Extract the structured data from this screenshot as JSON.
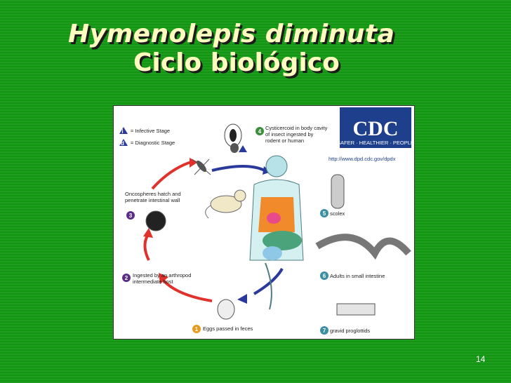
{
  "slide": {
    "title_line1": "Hymenolepis diminuta",
    "title_line2": "Ciclo biológico",
    "page_number": "14"
  },
  "diagram": {
    "legend": [
      {
        "letter": "i",
        "text": "= Infective Stage"
      },
      {
        "letter": "d",
        "text": "= Diagnostic Stage"
      }
    ],
    "cdc_logo": "CDC",
    "cdc_tagline": "SAFER · HEALTHIER · PEOPLE",
    "cdc_url": "http://www.dpd.cdc.gov/dpdx",
    "steps": [
      {
        "num": "1",
        "lines": [
          "Eggs passed in feces"
        ]
      },
      {
        "num": "2",
        "lines": [
          "Ingested by an arthropod",
          "intermediate host"
        ]
      },
      {
        "num": "3",
        "lines": [
          "Oncospheres hatch and",
          "penetrate intestinal wall"
        ]
      },
      {
        "num": "4",
        "lines": [
          "Cysticercoid in body cavity",
          "of insect ingested by",
          "rodent or human"
        ]
      },
      {
        "num": "5",
        "lines": [
          "scolex"
        ]
      },
      {
        "num": "6",
        "lines": [
          "Adults in small intestine"
        ]
      },
      {
        "num": "7",
        "lines": [
          "gravid proglottids"
        ]
      }
    ],
    "colors": {
      "arrow_red": "#e0312b",
      "arrow_blue": "#2a3a9c",
      "badge_purple": "#5a2d86",
      "badge_orange": "#e69a1e",
      "badge_teal": "#3b8fa3"
    }
  }
}
